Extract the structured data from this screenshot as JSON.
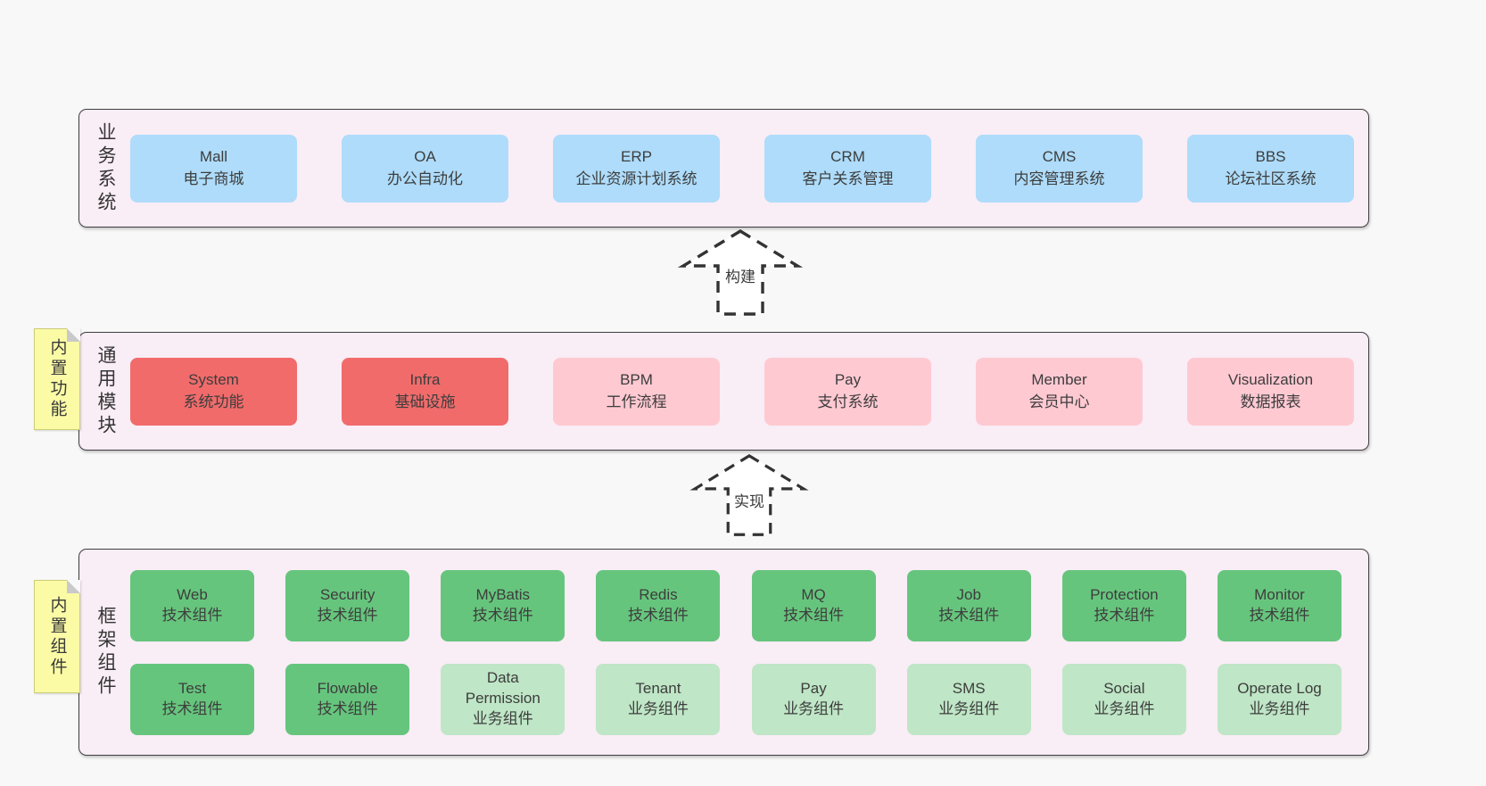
{
  "colors": {
    "bg": "#f8f8f8",
    "container": "#f9edf6",
    "border": "#3f3f3f",
    "text": "#3d3d3d",
    "blue": "#aedcfa",
    "red": "#f16b6b",
    "pink": "#ffc9d2",
    "green-dark": "#66c57d",
    "green-light": "#bfe6c6",
    "yellow": "#fbfba6"
  },
  "diagram": {
    "layers": {
      "business": {
        "label": "业务系统",
        "boxes": [
          {
            "name": "Mall",
            "desc": "电子商城",
            "variant": "blue"
          },
          {
            "name": "OA",
            "desc": "办公自动化",
            "variant": "blue"
          },
          {
            "name": "ERP",
            "desc": "企业资源计划系统",
            "variant": "blue"
          },
          {
            "name": "CRM",
            "desc": "客户关系管理",
            "variant": "blue"
          },
          {
            "name": "CMS",
            "desc": "内容管理系统",
            "variant": "blue"
          },
          {
            "name": "BBS",
            "desc": "论坛社区系统",
            "variant": "blue"
          }
        ]
      },
      "modules": {
        "label": "通用模块",
        "note": "内置功能",
        "boxes": [
          {
            "name": "System",
            "desc": "系统功能",
            "variant": "red"
          },
          {
            "name": "Infra",
            "desc": "基础设施",
            "variant": "red"
          },
          {
            "name": "BPM",
            "desc": "工作流程",
            "variant": "pink"
          },
          {
            "name": "Pay",
            "desc": "支付系统",
            "variant": "pink"
          },
          {
            "name": "Member",
            "desc": "会员中心",
            "variant": "pink"
          },
          {
            "name": "Visualization",
            "desc": "数据报表",
            "variant": "pink"
          }
        ]
      },
      "framework": {
        "label": "框架组件",
        "note": "内置组件",
        "rows": [
          [
            {
              "name": "Web",
              "desc": "技术组件",
              "variant": "green-dark"
            },
            {
              "name": "Security",
              "desc": "技术组件",
              "variant": "green-dark"
            },
            {
              "name": "MyBatis",
              "desc": "技术组件",
              "variant": "green-dark"
            },
            {
              "name": "Redis",
              "desc": "技术组件",
              "variant": "green-dark"
            },
            {
              "name": "MQ",
              "desc": "技术组件",
              "variant": "green-dark"
            },
            {
              "name": "Job",
              "desc": "技术组件",
              "variant": "green-dark"
            },
            {
              "name": "Protection",
              "desc": "技术组件",
              "variant": "green-dark"
            },
            {
              "name": "Monitor",
              "desc": "技术组件",
              "variant": "green-dark"
            }
          ],
          [
            {
              "name": "Test",
              "desc": "技术组件",
              "variant": "green-dark"
            },
            {
              "name": "Flowable",
              "desc": "技术组件",
              "variant": "green-dark"
            },
            {
              "name": "Data Permission",
              "desc": "业务组件",
              "variant": "green-light"
            },
            {
              "name": "Tenant",
              "desc": "业务组件",
              "variant": "green-light"
            },
            {
              "name": "Pay",
              "desc": "业务组件",
              "variant": "green-light"
            },
            {
              "name": "SMS",
              "desc": "业务组件",
              "variant": "green-light"
            },
            {
              "name": "Social",
              "desc": "业务组件",
              "variant": "green-light"
            },
            {
              "name": "Operate Log",
              "desc": "业务组件",
              "variant": "green-light"
            }
          ]
        ]
      }
    },
    "arrows": [
      {
        "label": "构建"
      },
      {
        "label": "实现"
      }
    ]
  }
}
